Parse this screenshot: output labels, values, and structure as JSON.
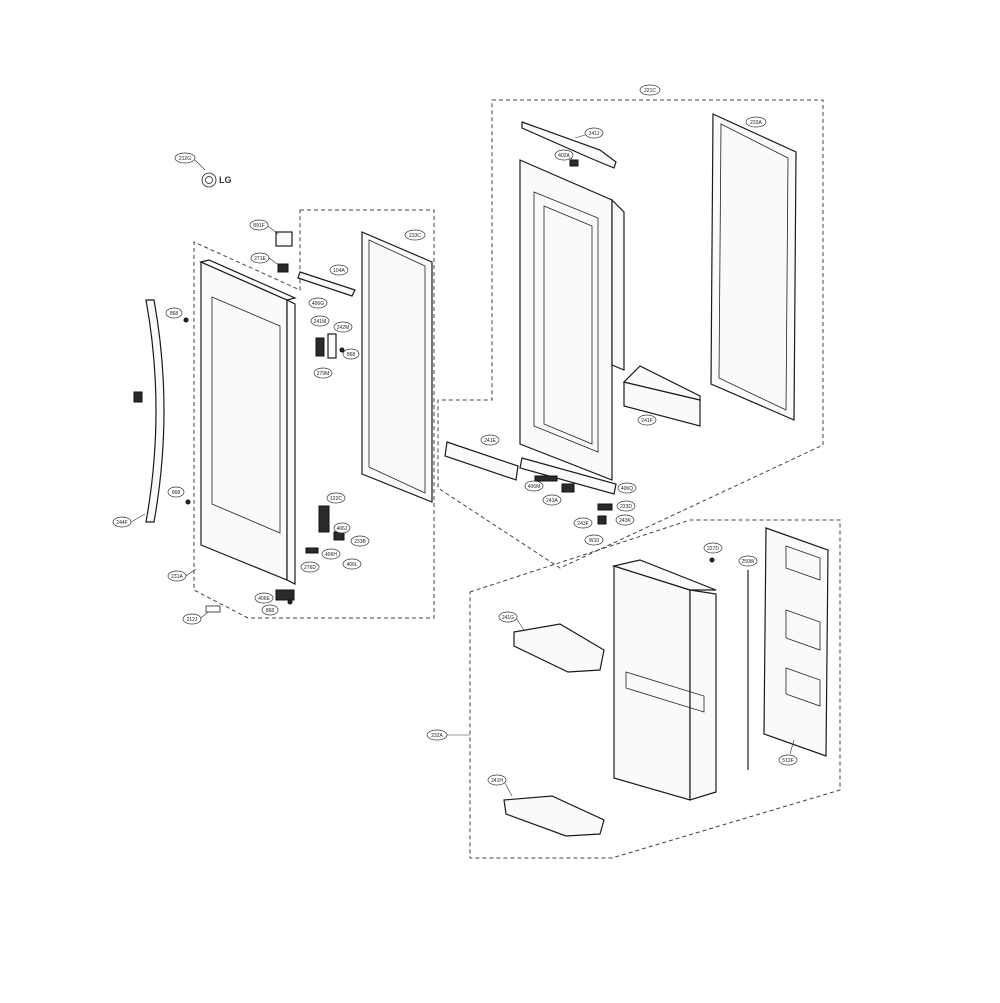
{
  "diagram": {
    "logo_text": "LG",
    "callouts": {
      "c212G": "212G",
      "c221C": "221C",
      "c241J": "241J",
      "c402A": "402A",
      "c233A": "233A",
      "c891F": "891F",
      "c233C": "233C",
      "c271E": "271E",
      "c104A": "104A",
      "c406G": "406G",
      "c241M": "241M",
      "c242M": "242M",
      "c279M": "279M",
      "c868a": "868",
      "c868b": "868",
      "c868c": "868",
      "c868d": "868",
      "c241F": "241F",
      "c241E": "241E",
      "c406M": "406M",
      "c243A": "243A",
      "c406Q": "406Q",
      "c233D": "233D",
      "c243F": "243F",
      "c243K": "243K",
      "cW10": "W10",
      "c122C": "122C",
      "c406J": "406J",
      "c233B": "233B",
      "c406H": "406H",
      "c406L": "406L",
      "c276D": "276D",
      "c244F": "244F",
      "c231A": "231A",
      "c406E": "406E",
      "c212J": "212J",
      "c227D": "227D",
      "c250W": "250W",
      "c241G": "241G",
      "c232A": "232A",
      "c241H": "241H",
      "c512F": "512F"
    }
  }
}
